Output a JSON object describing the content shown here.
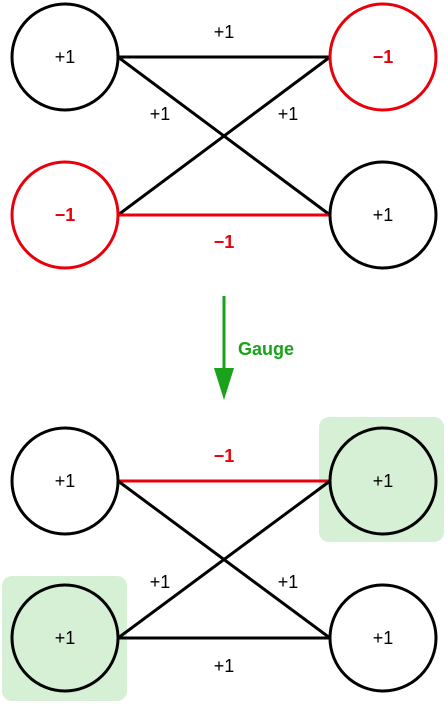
{
  "colors": {
    "default": "#000000",
    "negative": "#e8000b",
    "gauge": "#1aa31a",
    "highlight_fill": "#d6f0d6"
  },
  "top": {
    "nodes": {
      "tl": {
        "label": "+1",
        "negative": false
      },
      "tr": {
        "label": "−1",
        "negative": true
      },
      "bl": {
        "label": "−1",
        "negative": true
      },
      "br": {
        "label": "+1",
        "negative": false
      }
    },
    "edges": {
      "top": {
        "label": "+1",
        "negative": false
      },
      "cross_down": {
        "label": "+1",
        "negative": false
      },
      "cross_up": {
        "label": "+1",
        "negative": false
      },
      "bottom": {
        "label": "−1",
        "negative": true
      }
    }
  },
  "gauge": {
    "label": "Gauge"
  },
  "bottom": {
    "nodes": {
      "tl": {
        "label": "+1",
        "negative": false,
        "highlighted": false
      },
      "tr": {
        "label": "+1",
        "negative": false,
        "highlighted": true
      },
      "bl": {
        "label": "+1",
        "negative": false,
        "highlighted": true
      },
      "br": {
        "label": "+1",
        "negative": false,
        "highlighted": false
      }
    },
    "edges": {
      "top": {
        "label": "−1",
        "negative": true
      },
      "cross_down": {
        "label": "+1",
        "negative": false
      },
      "cross_up": {
        "label": "+1",
        "negative": false
      },
      "bottom": {
        "label": "+1",
        "negative": false
      }
    }
  }
}
